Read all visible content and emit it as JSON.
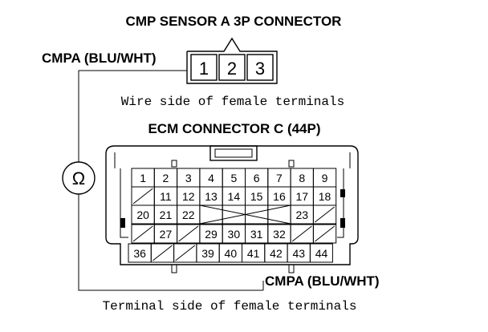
{
  "cmp_connector": {
    "title": "CMP SENSOR A 3P CONNECTOR",
    "pins": [
      "1",
      "2",
      "3"
    ],
    "view_caption": "Wire side of female terminals"
  },
  "ecm_connector": {
    "title": "ECM CONNECTOR C (44P)",
    "view_caption": "Terminal side of female terminals",
    "rows": [
      [
        "1",
        "2",
        "3",
        "4",
        "5",
        "6",
        "7",
        "8",
        "9"
      ],
      [
        "",
        "11",
        "12",
        "13",
        "14",
        "15",
        "16",
        "17",
        "18",
        ""
      ],
      [
        "20",
        "21",
        "22",
        "",
        "",
        "",
        "",
        "23",
        "",
        ""
      ],
      [
        "",
        "27",
        "",
        "29",
        "30",
        "31",
        "32",
        "",
        "",
        ""
      ],
      [
        "36",
        "",
        "",
        "39",
        "40",
        "41",
        "42",
        "43",
        "44"
      ]
    ]
  },
  "wire_labels": {
    "top": "CMPA (BLU/WHT)",
    "bottom": "CMPA (BLU/WHT)"
  },
  "meter_symbol": "Ω"
}
